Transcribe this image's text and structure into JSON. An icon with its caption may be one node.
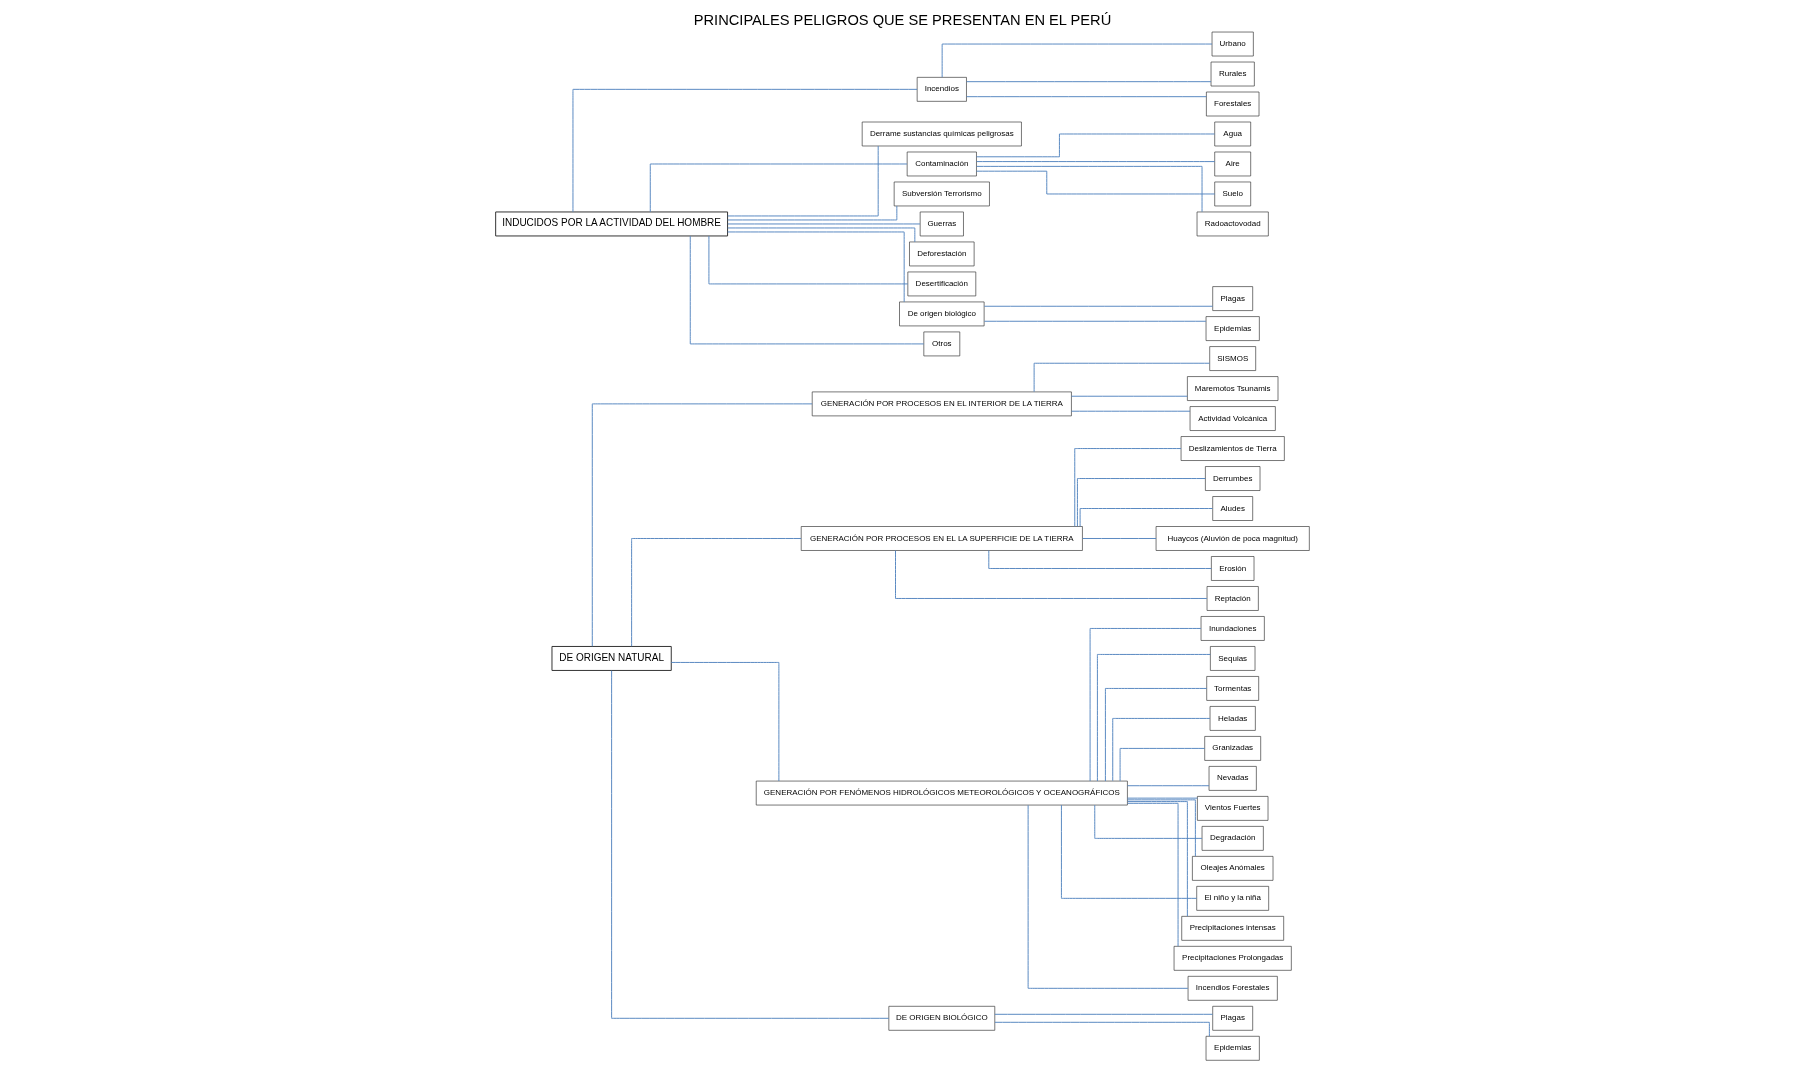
{
  "diagram": {
    "title": "PRINCIPALES PELIGROS QUE SE PRESENTAN EN EL PERÚ",
    "nodes": [
      {
        "text": [
          "DE ORIGEN NATURAL"
        ]
      },
      {
        "text": [
          "GENERACIÓN POR PROCESOS EN EL INTERIOR DE LA TIERRA"
        ]
      },
      {
        "text": [
          "GENERACIÓN POR PROCESOS EN EL LA SUPERFICIE DE LA TIERRA"
        ]
      },
      {
        "text": [
          "GENERACIÓN POR FENÓMENOS HIDROLÓGICOS METEOROLÓGICOS Y OCEANOGRÁFICOS"
        ]
      },
      {
        "text": [
          "DE ORIGEN BIOLÓGICO"
        ]
      },
      {
        "text": [
          "SISMOS"
        ]
      },
      {
        "text": [
          "Maremotos Tsunamis"
        ]
      },
      {
        "text": [
          "Actividad Volcánica"
        ]
      },
      {
        "text": [
          "Deslizamientos de Tierra"
        ]
      },
      {
        "text": [
          "Derrumbes"
        ]
      },
      {
        "text": [
          "Aludes"
        ]
      },
      {
        "text": [
          "Huaycos (Aluvión de poca magnitud)"
        ]
      },
      {
        "text": [
          "Erosión"
        ]
      },
      {
        "text": [
          "Reptación"
        ]
      },
      {
        "text": [
          "Inundaciones"
        ]
      },
      {
        "text": [
          "Sequias"
        ]
      },
      {
        "text": [
          "Tormentas"
        ]
      },
      {
        "text": [
          "Heladas"
        ]
      },
      {
        "text": [
          "Granizadas"
        ]
      },
      {
        "text": [
          "Nevadas"
        ]
      },
      {
        "text": [
          "Vientos Fuertes"
        ]
      },
      {
        "text": [
          "Degradación"
        ]
      },
      {
        "text": [
          "Oleajes Anómales"
        ]
      },
      {
        "text": [
          "El niño y la niña"
        ]
      },
      {
        "text": [
          "Precipitaciones intensas"
        ]
      },
      {
        "text": [
          "Precipitaciones Prolongadas"
        ]
      },
      {
        "text": [
          "Incendios Forestales"
        ]
      },
      {
        "text": [
          "Plagas"
        ]
      },
      {
        "text": [
          "Epidemias"
        ]
      },
      {
        "text": [
          "INDUCIDOS POR LA ACTIVIDAD DEL HOMBRE"
        ]
      },
      {
        "text": [
          "Incendios"
        ]
      },
      {
        "text": [
          "Urbano"
        ]
      },
      {
        "text": [
          "Rurales"
        ]
      },
      {
        "text": [
          "Forestales"
        ]
      },
      {
        "text": [
          "Derrame sustancias químicas peligrosas"
        ]
      },
      {
        "text": [
          "Contaminación"
        ]
      },
      {
        "text": [
          "Agua"
        ]
      },
      {
        "text": [
          "Aire"
        ]
      },
      {
        "text": [
          "Suelo"
        ]
      },
      {
        "text": [
          "Radoactovodad"
        ]
      },
      {
        "text": [
          "Subversión Terrorismo"
        ]
      },
      {
        "text": [
          "Guerras"
        ]
      },
      {
        "text": [
          "Deforestación"
        ]
      },
      {
        "text": [
          "Desertificación"
        ]
      },
      {
        "text": [
          "De origen biológico"
        ]
      },
      {
        "text": [
          "Plagas"
        ]
      },
      {
        "text": [
          "Epidemias"
        ]
      },
      {
        "text": [
          "Otros"
        ]
      }
    ],
    "edges": [
      {
        "from": 0,
        "to": 1,
        "arrow": "none"
      },
      {
        "from": 0,
        "to": 2,
        "arrow": "none"
      },
      {
        "from": 0,
        "to": 3,
        "arrow": "none"
      },
      {
        "from": 0,
        "to": 4,
        "arrow": "none"
      },
      {
        "from": 1,
        "to": 5,
        "arrow": "none"
      },
      {
        "from": 1,
        "to": 6,
        "arrow": "none"
      },
      {
        "from": 1,
        "to": 7,
        "arrow": "none"
      },
      {
        "from": 2,
        "to": 8,
        "arrow": "none"
      },
      {
        "from": 2,
        "to": 9,
        "arrow": "none"
      },
      {
        "from": 2,
        "to": 10,
        "arrow": "none"
      },
      {
        "from": 2,
        "to": 11,
        "arrow": "none"
      },
      {
        "from": 2,
        "to": 12,
        "arrow": "none"
      },
      {
        "from": 2,
        "to": 13,
        "arrow": "none"
      },
      {
        "from": 3,
        "to": 14,
        "arrow": "none"
      },
      {
        "from": 3,
        "to": 15,
        "arrow": "none"
      },
      {
        "from": 3,
        "to": 16,
        "arrow": "none"
      },
      {
        "from": 3,
        "to": 17,
        "arrow": "none"
      },
      {
        "from": 3,
        "to": 18,
        "arrow": "none"
      },
      {
        "from": 3,
        "to": 19,
        "arrow": "none"
      },
      {
        "from": 3,
        "to": 20,
        "arrow": "none"
      },
      {
        "from": 3,
        "to": 21,
        "arrow": "none"
      },
      {
        "from": 3,
        "to": 22,
        "arrow": "none"
      },
      {
        "from": 3,
        "to": 23,
        "arrow": "none"
      },
      {
        "from": 3,
        "to": 24,
        "arrow": "none"
      },
      {
        "from": 3,
        "to": 25,
        "arrow": "none"
      },
      {
        "from": 3,
        "to": 26,
        "arrow": "none"
      },
      {
        "from": 4,
        "to": 27,
        "arrow": "none"
      },
      {
        "from": 4,
        "to": 28,
        "arrow": "none"
      },
      {
        "from": 29,
        "to": 30,
        "arrow": "none"
      },
      {
        "from": 30,
        "to": 31,
        "arrow": "none"
      },
      {
        "from": 30,
        "to": 32,
        "arrow": "none"
      },
      {
        "from": 30,
        "to": 33,
        "arrow": "none"
      },
      {
        "from": 29,
        "to": 34,
        "arrow": "none"
      },
      {
        "from": 29,
        "to": 35,
        "arrow": "none"
      },
      {
        "from": 35,
        "to": 36,
        "arrow": "none"
      },
      {
        "from": 35,
        "to": 37,
        "arrow": "none"
      },
      {
        "from": 35,
        "to": 38,
        "arrow": "none"
      },
      {
        "from": 35,
        "to": 39,
        "arrow": "none"
      },
      {
        "from": 29,
        "to": 40,
        "arrow": "none"
      },
      {
        "from": 29,
        "to": 41,
        "arrow": "none"
      },
      {
        "from": 29,
        "to": 42,
        "arrow": "none"
      },
      {
        "from": 29,
        "to": 43,
        "arrow": "none"
      },
      {
        "from": 29,
        "to": 44,
        "arrow": "none"
      },
      {
        "from": 44,
        "to": 45,
        "arrow": "none"
      },
      {
        "from": 44,
        "to": 46,
        "arrow": "none"
      },
      {
        "from": 29,
        "to": 47,
        "arrow": "none"
      }
    ]
  }
}
